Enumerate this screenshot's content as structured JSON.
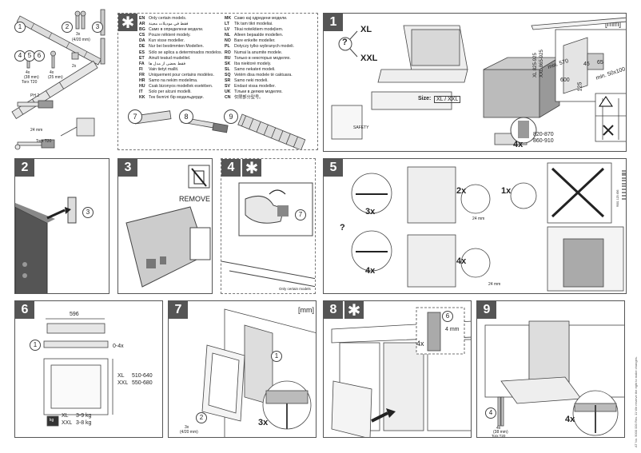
{
  "tools": {
    "callouts": [
      "1",
      "2",
      "3",
      "4",
      "5",
      "6"
    ],
    "screw_size": "3x",
    "screw_len": "(4/20 mm)",
    "screw4_a": "4x",
    "screw4_b": "(38 mm)",
    "screw4_c": "Torx T20",
    "screw5_a": "4x",
    "screw5_b": "(25 mm)",
    "tool_ph": "PH 2",
    "tool_24": "24 mm",
    "tool_torx": "Torx T20",
    "tool_2x": "2x"
  },
  "languages": {
    "left": [
      {
        "code": "EN",
        "text": "Only certain models."
      },
      {
        "code": "AR",
        "text": "فقط في موديلات معينة"
      },
      {
        "code": "BG",
        "text": "Само в определени модели."
      },
      {
        "code": "CS",
        "text": "Pouze některé modely."
      },
      {
        "code": "DA",
        "text": "Kun visse modeller."
      },
      {
        "code": "DE",
        "text": "Nur bei bestimmten Modellen."
      },
      {
        "code": "ES",
        "text": "Sólo se aplica a determinados modelos."
      },
      {
        "code": "ET",
        "text": "Ainult teatud mudelitel."
      },
      {
        "code": "FA",
        "text": "فقط بعضی از مدل ها"
      },
      {
        "code": "FI",
        "text": "Vain tietyt mallit."
      },
      {
        "code": "FR",
        "text": "Uniquement pour certains modèles."
      },
      {
        "code": "HR",
        "text": "Samo na nekim modelima."
      },
      {
        "code": "HU",
        "text": "Csak bizonyos modellek esetében."
      },
      {
        "code": "IT",
        "text": "Solo per alcuni modelli."
      },
      {
        "code": "KK",
        "text": "Тек белгілі бір модельдерде."
      }
    ],
    "right": [
      {
        "code": "MK",
        "text": "Само кај одредени модели."
      },
      {
        "code": "LT",
        "text": "Tik tam tikri modeliai."
      },
      {
        "code": "LV",
        "text": "Tikai noteiktiem modeļiem."
      },
      {
        "code": "NL",
        "text": "Alleen bepaalde modellen."
      },
      {
        "code": "NO",
        "text": "Bare enkelte modeller."
      },
      {
        "code": "PL",
        "text": "Dotyczy tylko wybranych modeli."
      },
      {
        "code": "RO",
        "text": "Numai la anumite modele."
      },
      {
        "code": "RU",
        "text": "Только в некоторых моделях."
      },
      {
        "code": "SK",
        "text": "Iba niektoré modely."
      },
      {
        "code": "SL",
        "text": "Samo nekateri modeli."
      },
      {
        "code": "SQ",
        "text": "Vetëm disa modele të caktuara."
      },
      {
        "code": "SR",
        "text": "Samo neki modeli."
      },
      {
        "code": "SV",
        "text": "Endast vissa modeller."
      },
      {
        "code": "UK",
        "text": "Тільки в деяких моделях."
      },
      {
        "code": "CN",
        "text": "仅限部分型号。"
      }
    ],
    "steps": [
      "7",
      "8",
      "9"
    ]
  },
  "panel1": {
    "step": "1",
    "unit": "[mm]",
    "xl": "XL",
    "xxl": "XXL",
    "q": "?",
    "size_label": "Size:",
    "size_val": "XL / XXL",
    "safety": "SAFETY",
    "dim_xl": "XL  825-925",
    "dim_xxl": "XXL 865-925",
    "min570": "min. 570",
    "d600": "600",
    "d125": "125",
    "d45": "45",
    "d65": "65",
    "min50": "min. 50x100",
    "count": "4x",
    "range1": "820-870",
    "range2": "860-910"
  },
  "panel2": {
    "step": "2",
    "callout": "3"
  },
  "panel3": {
    "step": "3",
    "remove": "REMOVE"
  },
  "panel4": {
    "step": "4",
    "callout": "7",
    "note": "Only certain models"
  },
  "panel5": {
    "step": "5",
    "c3x": "3x",
    "c4x": "4x",
    "q": "?",
    "c2x": "2x",
    "c1x": "1x",
    "c4x_b": "4x",
    "mm24_a": "24 mm",
    "mm24_b": "24 mm",
    "side_code": "9001 123 456"
  },
  "panel6": {
    "step": "6",
    "w596": "596",
    "callout": "1",
    "count": "0-4x",
    "xl": "XL",
    "xl_range": "510-640",
    "xxl": "XXL",
    "xxl_range": "550-680",
    "w_xl": "XL",
    "w_xl_v": "3-9 kg",
    "w_xxl": "XXL",
    "w_xxl_v": "3-8 kg",
    "kg": "kg"
  },
  "panel7": {
    "step": "7",
    "unit": "[mm]",
    "callout1": "1",
    "callout2": "2",
    "screw_a": "3x",
    "screw_b": "(4/20 mm)",
    "count": "3x"
  },
  "panel8": {
    "step": "8",
    "callout": "6",
    "mm4": "4 mm",
    "count": "4x"
  },
  "panel9": {
    "step": "9",
    "callout": "4",
    "screw_a": "4x",
    "screw_b": "(38 mm)",
    "screw_c": "Torx T20",
    "count": "4x"
  },
  "footer": {
    "side": "AT No. 9000 000  Rev. 11  We reserve the right to make changes."
  }
}
